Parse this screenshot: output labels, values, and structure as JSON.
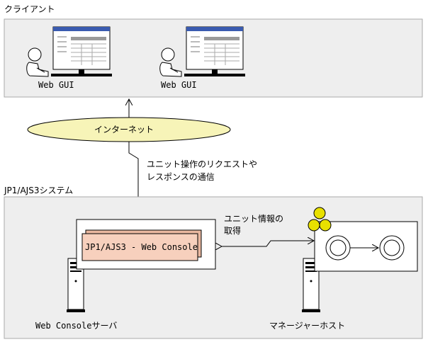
{
  "client_zone": {
    "label": "クライアント"
  },
  "clients": [
    {
      "gui_label": "Web GUI"
    },
    {
      "gui_label": "Web GUI"
    }
  ],
  "internet": {
    "label": "インターネット"
  },
  "request_note": {
    "line1": "ユニット操作のリクエストや",
    "line2": "レスポンスの通信"
  },
  "system_zone": {
    "label": "JP1/AJS3システム"
  },
  "web_console": {
    "label": "JP1/AJS3 - Web Console"
  },
  "unit_info_note": {
    "line1": "ユニット情報の",
    "line2": "取得"
  },
  "server_label": "Web Consoleサーバ",
  "manager_label": "マネージャーホスト",
  "colors": {
    "zone_fill": "#eeeeee",
    "zone_border": "#aaaaaa",
    "internet_fill": "#f7f4b8",
    "console_box": "#f7d0bd",
    "unit_circle": "#e8e000"
  }
}
